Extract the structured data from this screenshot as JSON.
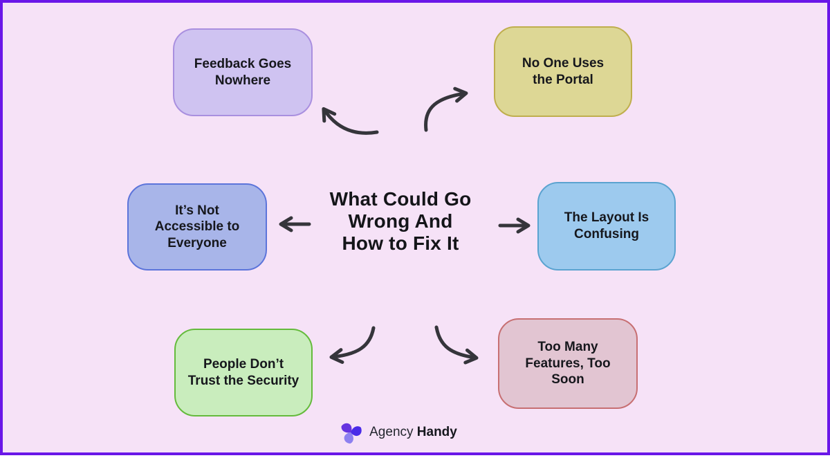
{
  "canvas": {
    "background": "#f6e2f7",
    "frame_color": "#6a16e8",
    "arrow_color": "#35353b"
  },
  "title": {
    "text": "What Could Go\nWrong And\nHow to Fix It"
  },
  "nodes": [
    {
      "id": "feedback",
      "label": "Feedback Goes\nNowhere",
      "fill": "#cfc3f1",
      "border": "#a98fdf"
    },
    {
      "id": "portal",
      "label": "No One Uses\nthe Portal",
      "fill": "#ddd795",
      "border": "#bfae4d"
    },
    {
      "id": "access",
      "label": "It’s Not\nAccessible to\nEveryone",
      "fill": "#a8b5e9",
      "border": "#5c74da"
    },
    {
      "id": "layout",
      "label": "The Layout Is\nConfusing",
      "fill": "#9dcaee",
      "border": "#5ba3d0"
    },
    {
      "id": "security",
      "label": "People Don’t\nTrust the Security",
      "fill": "#c9edbd",
      "border": "#64ba3c"
    },
    {
      "id": "features",
      "label": "Too Many\nFeatures, Too\nSoon",
      "fill": "#e2c5d2",
      "border": "#c76f72"
    }
  ],
  "footer": {
    "brand_regular": "Agency",
    "brand_bold": "Handy"
  },
  "logo": {
    "colors": [
      "#6633e0",
      "#4a2be8",
      "#8d80f0"
    ]
  }
}
